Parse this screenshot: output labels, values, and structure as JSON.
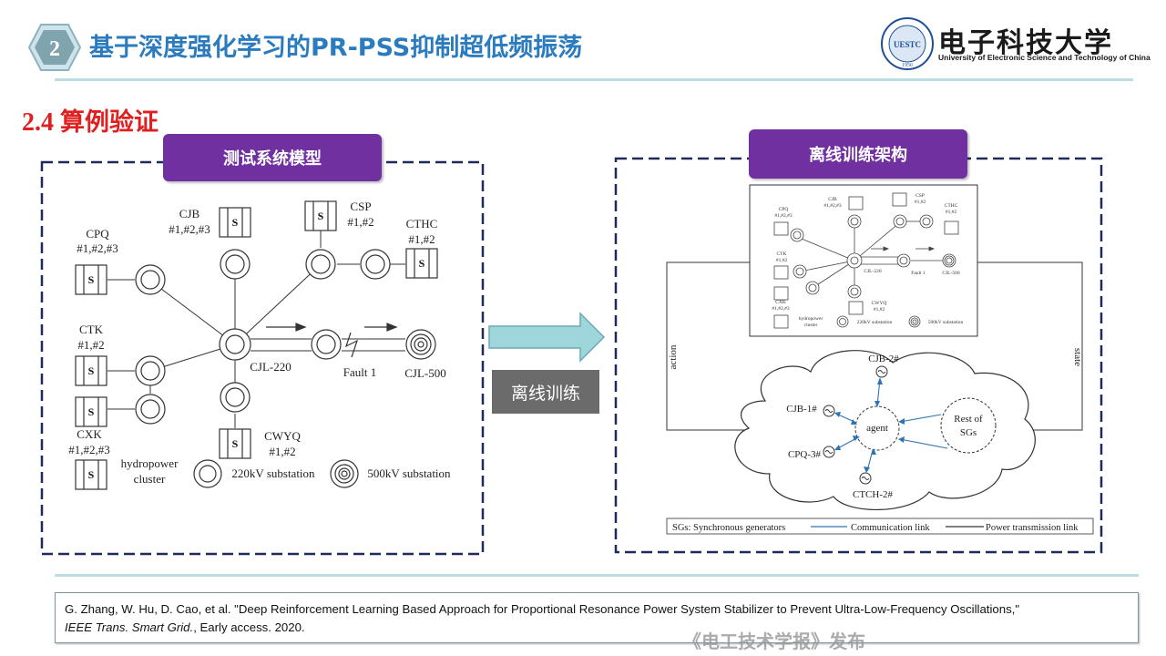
{
  "header": {
    "section_number": "2",
    "title": "基于深度强化学习的PR-PSS抑制超低频振荡",
    "university_cn": "电子科技大学",
    "university_en": "University of Electronic Science and Technology of China",
    "logo_year": "1956",
    "logo_abbr": "UESTC"
  },
  "section": {
    "number": "2.4",
    "title": "算例验证"
  },
  "left_panel": {
    "title": "测试系统模型",
    "labels": {
      "cpq": "CPQ",
      "cpq_units": "#1,#2,#3",
      "cjb": "CJB",
      "cjb_units": "#1,#2,#3",
      "csp": "CSP",
      "csp_units": "#1,#2",
      "cthc": "CTHC",
      "cthc_units": "#1,#2",
      "ctk": "CTK",
      "ctk_units": "#1,#2",
      "cxk": "CXK",
      "cxk_units": "#1,#2,#3",
      "cwyq": "CWYQ",
      "cwyq_units": "#1,#2",
      "cjl220": "CJL-220",
      "cjl500": "CJL-500",
      "fault": "Fault 1",
      "hydro1": "hydropower",
      "hydro2": "cluster",
      "sub220": "220kV substation",
      "sub500": "500kV substation",
      "gen": "S"
    }
  },
  "middle": {
    "label": "离线训练"
  },
  "right_panel": {
    "title": "离线训练架构",
    "action": "action",
    "state": "state",
    "agent": "agent",
    "rest1": "Rest of",
    "rest2": "SGs",
    "cjb2": "CJB-2#",
    "cjb1": "CJB-1#",
    "cpq3": "CPQ-3#",
    "ctch2": "CTCH-2#",
    "legend_sg": "SGs: Synchronous generators",
    "legend_comm": "Communication link",
    "legend_power": "Power transmission link"
  },
  "reference": {
    "line1": "G. Zhang, W. Hu, D. Cao, et al. \"Deep Reinforcement Learning Based Approach for Proportional Resonance Power System Stabilizer to Prevent Ultra-Low-Frequency Oscillations,\"",
    "journal": "IEEE Trans. Smart Grid.",
    "rest": ", Early access. 2020."
  },
  "watermark": "《电工技术学报》发布",
  "colors": {
    "title_blue": "#2b7bbf",
    "section_red": "#e02020",
    "purple": "#7030a0",
    "dash_navy": "#1f2a5a",
    "arrow_teal": "#8fd0d8",
    "comm_blue": "#2e75b6"
  }
}
